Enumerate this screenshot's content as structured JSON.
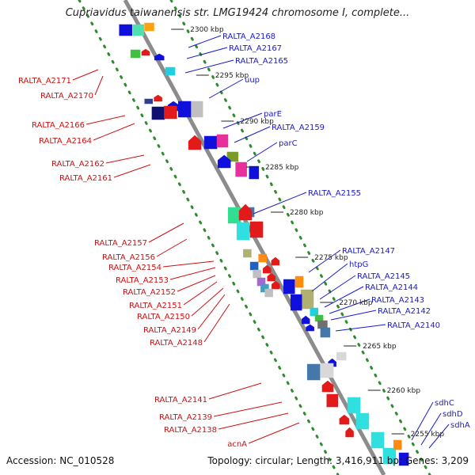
{
  "title": "Cupriavidus taiwanensis str. LMG19424 chromosome I, complete...",
  "footer": {
    "accession": "Accession: NC_010528",
    "topology": "Topology: circular; Length: 3,416,911 bp; Genes: 3,209"
  },
  "colors": {
    "backbone": "#8c8c8c",
    "dots": "#2e8b2e",
    "forward_labels": "#1a1acc",
    "reverse_labels": "#cc1111",
    "ticks": "#222222"
  },
  "chart_data": {
    "type": "linear-genome-map",
    "ticks": [
      "2300 kbp",
      "2295 kbp",
      "2290 kbp",
      "2285 kbp",
      "2280 kbp",
      "2275 kbp",
      "2270 kbp",
      "2265 kbp",
      "2260 kbp",
      "2255 kbp"
    ],
    "forward_genes": [
      "RALTA_A2168",
      "RALTA_A2167",
      "RALTA_A2165",
      "uup",
      "parE",
      "RALTA_A2159",
      "parC",
      "RALTA_A2155",
      "RALTA_A2147",
      "htpG",
      "RALTA_A2145",
      "RALTA_A2144",
      "RALTA_A2143",
      "RALTA_A2142",
      "RALTA_A2140",
      "sdhC",
      "sdhD",
      "sdhA"
    ],
    "reverse_genes": [
      "RALTA_A2171",
      "RALTA_A2170",
      "RALTA_A2166",
      "RALTA_A2164",
      "RALTA_A2162",
      "RALTA_A2161",
      "RALTA_A2157",
      "RALTA_A2156",
      "RALTA_A2154",
      "RALTA_A2153",
      "RALTA_A2152",
      "RALTA_A2151",
      "RALTA_A2150",
      "RALTA_A2149",
      "RALTA_A2148",
      "RALTA_A2141",
      "RALTA_A2139",
      "RALTA_A2138",
      "acnA"
    ]
  }
}
